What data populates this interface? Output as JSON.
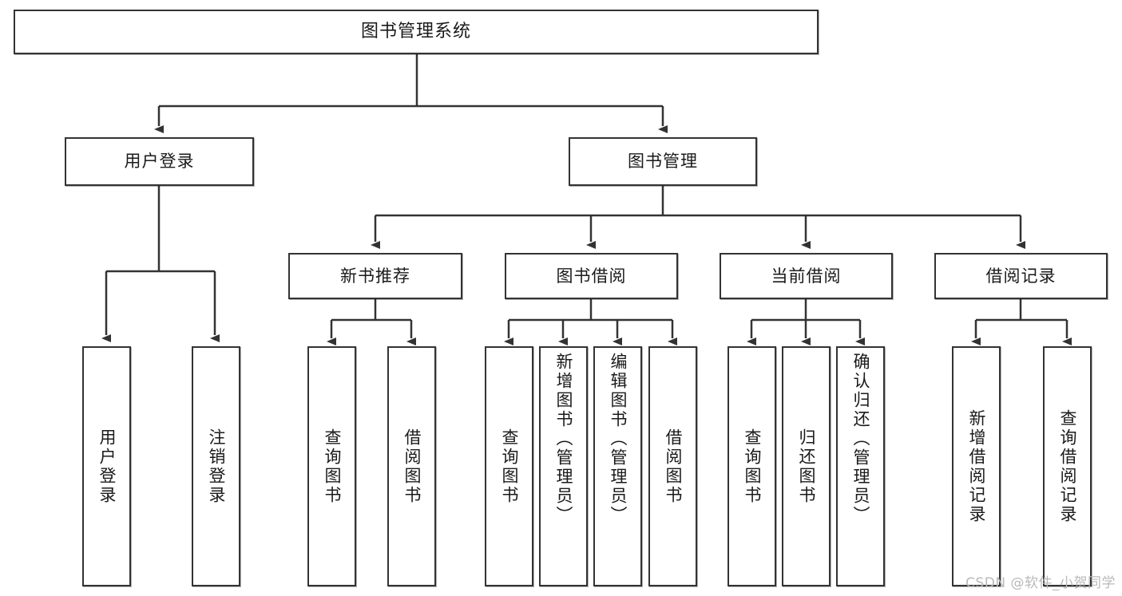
{
  "diagram": {
    "title": "图书管理系统",
    "type": "tree-hierarchy-diagram",
    "root": {
      "id": "root",
      "label": "图书管理系统"
    },
    "level2": [
      {
        "id": "user-login",
        "label": "用户登录"
      },
      {
        "id": "book-management",
        "label": "图书管理"
      }
    ],
    "level3": [
      {
        "id": "new-book-recommend",
        "label": "新书推荐",
        "parent": "book-management"
      },
      {
        "id": "book-borrow",
        "label": "图书借阅",
        "parent": "book-management"
      },
      {
        "id": "current-borrow",
        "label": "当前借阅",
        "parent": "book-management"
      },
      {
        "id": "borrow-record",
        "label": "借阅记录",
        "parent": "book-management"
      }
    ],
    "leaves": {
      "user_login": [
        {
          "id": "leaf-user-login",
          "label": "用户登录"
        },
        {
          "id": "leaf-logout",
          "label": "注销登录"
        }
      ],
      "new_book_recommend": [
        {
          "id": "leaf-query-book-1",
          "label": "查询图书"
        },
        {
          "id": "leaf-borrow-book-1",
          "label": "借阅图书"
        }
      ],
      "book_borrow": [
        {
          "id": "leaf-query-book-2",
          "label": "查询图书"
        },
        {
          "id": "leaf-add-book",
          "label": "新增图书（管理员）"
        },
        {
          "id": "leaf-edit-book",
          "label": "编辑图书（管理员）"
        },
        {
          "id": "leaf-borrow-book-2",
          "label": "借阅图书"
        }
      ],
      "current_borrow": [
        {
          "id": "leaf-query-book-3",
          "label": "查询图书"
        },
        {
          "id": "leaf-return-book",
          "label": "归还图书"
        },
        {
          "id": "leaf-confirm-return",
          "label": "确认归还（管理员）"
        }
      ],
      "borrow_record": [
        {
          "id": "leaf-add-record",
          "label": "新增借阅记录"
        },
        {
          "id": "leaf-query-record",
          "label": "查询借阅记录"
        }
      ]
    }
  },
  "watermark": {
    "text": "CSDN @软件_小贺同学"
  },
  "colors": {
    "box_border": "#333333",
    "box_fill": "#ffffff",
    "connector": "#333333",
    "text": "#1a1a1a",
    "watermark": "#b9b9b9",
    "background": "#ffffff"
  }
}
